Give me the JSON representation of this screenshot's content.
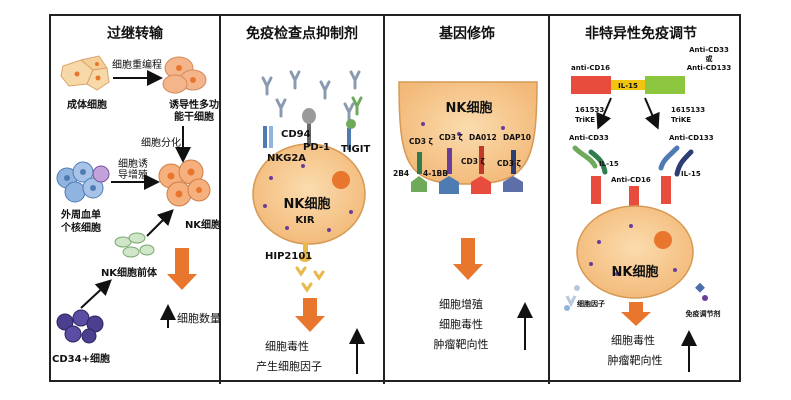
{
  "panels": [
    {
      "title": "过继转输",
      "labels": {
        "adult_cell": "成体细胞",
        "reprogram": "细胞重编程",
        "ipsc_1": "诱导性多功",
        "ipsc_2": "能干细胞",
        "differentiate": "细胞分化",
        "induce_1": "细胞诱",
        "induce_2": "导增殖",
        "pbmc_1": "外周血单",
        "pbmc_2": "个核细胞",
        "nk_cell": "NK细胞",
        "precursor": "NK细胞前体",
        "cd34": "CD34+细胞",
        "result": "细胞数量"
      }
    },
    {
      "title": "免疫检查点抑制剂",
      "labels": {
        "cd94": "CD94",
        "nkg2a": "NKG2A",
        "pd1": "PD-1",
        "tigit": "TIGIT",
        "nk_cell": "NK细胞",
        "kir": "KIR",
        "hip": "HIP2101",
        "result_1": "细胞毒性",
        "result_2": "产生细胞因子"
      }
    },
    {
      "title": "基因修饰",
      "labels": {
        "nk_cell": "NK细胞",
        "cd3z_1": "CD3 ζ",
        "cd3z_2": "CD3 ζ",
        "da012": "DA012",
        "dap10": "DAP10",
        "cd3z_3": "CD3 ζ",
        "cd3z_4": "CD3 ζ",
        "b2b4": "2B4",
        "b41bb": "4-1BB",
        "result_1": "细胞增殖",
        "result_2": "细胞毒性",
        "result_3": "肿瘤靶向性"
      }
    },
    {
      "title": "非特异性免疫调节",
      "labels": {
        "anti_cd33_or_1": "Anti-CD33",
        "anti_cd33_or_2": "或",
        "anti_cd33_or_3": "Anti-CD133",
        "anti_cd16": "anti-CD16",
        "il15": "IL-15",
        "trike_left_1": "161533",
        "trike_left_2": "TriKE",
        "trike_right_1": "1615133",
        "trike_right_2": "TriKE",
        "anti_cd33": "Anti-CD33",
        "anti_cd133": "Anti-CD133",
        "il15_left": "IL-15",
        "il15_right": "IL-15",
        "anti_cd16_mid": "Anti-CD16",
        "nk_cell": "NK细胞",
        "cytokine": "细胞因子",
        "immunomodulator": "免疫调节剂",
        "result_1": "细胞毒性",
        "result_2": "肿瘤靶向性"
      }
    }
  ],
  "colors": {
    "cell_fill": "#f6c88a",
    "nucleus": "#e8762d",
    "orange_arrow": "#e8762d",
    "purple_dot": "#6a3d9a"
  }
}
